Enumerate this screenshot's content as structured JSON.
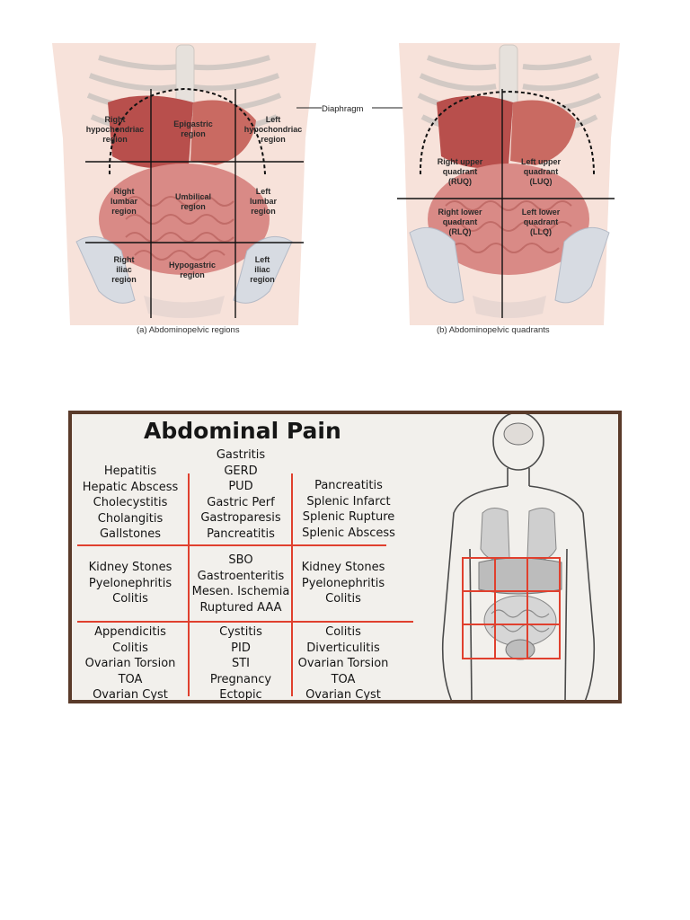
{
  "regions_figure": {
    "labels": {
      "right_hypochondriac": "Right\nhypochondriac\nregion",
      "epigastric": "Epigastric\nregion",
      "left_hypochondriac": "Left\nhypochondriac\nregion",
      "right_lumbar": "Right\nlumbar\nregion",
      "umbilical": "Umbilical\nregion",
      "left_lumbar": "Left\nlumbar\nregion",
      "right_iliac": "Right\niliac\nregion",
      "hypogastric": "Hypogastric\nregion",
      "left_iliac": "Left\niliac\nregion"
    },
    "caption": "(a) Abdominopelvic regions"
  },
  "diaphragm_label": "Diaphragm",
  "quadrants_figure": {
    "labels": {
      "ruq": "Right upper\nquadrant\n(RUQ)",
      "luq": "Left upper\nquadrant\n(LUQ)",
      "rlq": "Right lower\nquadrant\n(RLQ)",
      "llq": "Left lower\nquadrant\n(LLQ)"
    },
    "caption": "(b) Abdominopelvic quadrants"
  },
  "abdominal_pain": {
    "title": "Abdominal Pain",
    "cells": {
      "ruq": [
        "Hepatitis",
        "Hepatic Abscess",
        "Cholecystitis",
        "Cholangitis",
        "Gallstones"
      ],
      "epigastric": [
        "Gastritis",
        "GERD",
        "PUD",
        "Gastric Perf",
        "Gastroparesis",
        "Pancreatitis"
      ],
      "luq": [
        "Pancreatitis",
        "Splenic Infarct",
        "Splenic Rupture",
        "Splenic Abscess"
      ],
      "right_flank": [
        "Kidney Stones",
        "Pyelonephritis",
        "Colitis"
      ],
      "periumbilical": [
        "SBO",
        "Gastroenteritis",
        "Mesen. Ischemia",
        "Ruptured AAA"
      ],
      "left_flank": [
        "Kidney Stones",
        "Pyelonephritis",
        "Colitis"
      ],
      "rlq": [
        "Appendicitis",
        "Colitis",
        "Ovarian Torsion",
        "TOA",
        "Ovarian Cyst"
      ],
      "suprapubic": [
        "Cystitis",
        "PID",
        "STI",
        "Pregnancy",
        "Ectopic"
      ],
      "llq": [
        "Colitis",
        "Diverticulitis",
        "Ovarian Torsion",
        "TOA",
        "Ovarian Cyst"
      ]
    }
  },
  "colors": {
    "grid_red": "#e0402e",
    "frame_brown": "#5a3b2a",
    "organ_red": "#c46060"
  }
}
